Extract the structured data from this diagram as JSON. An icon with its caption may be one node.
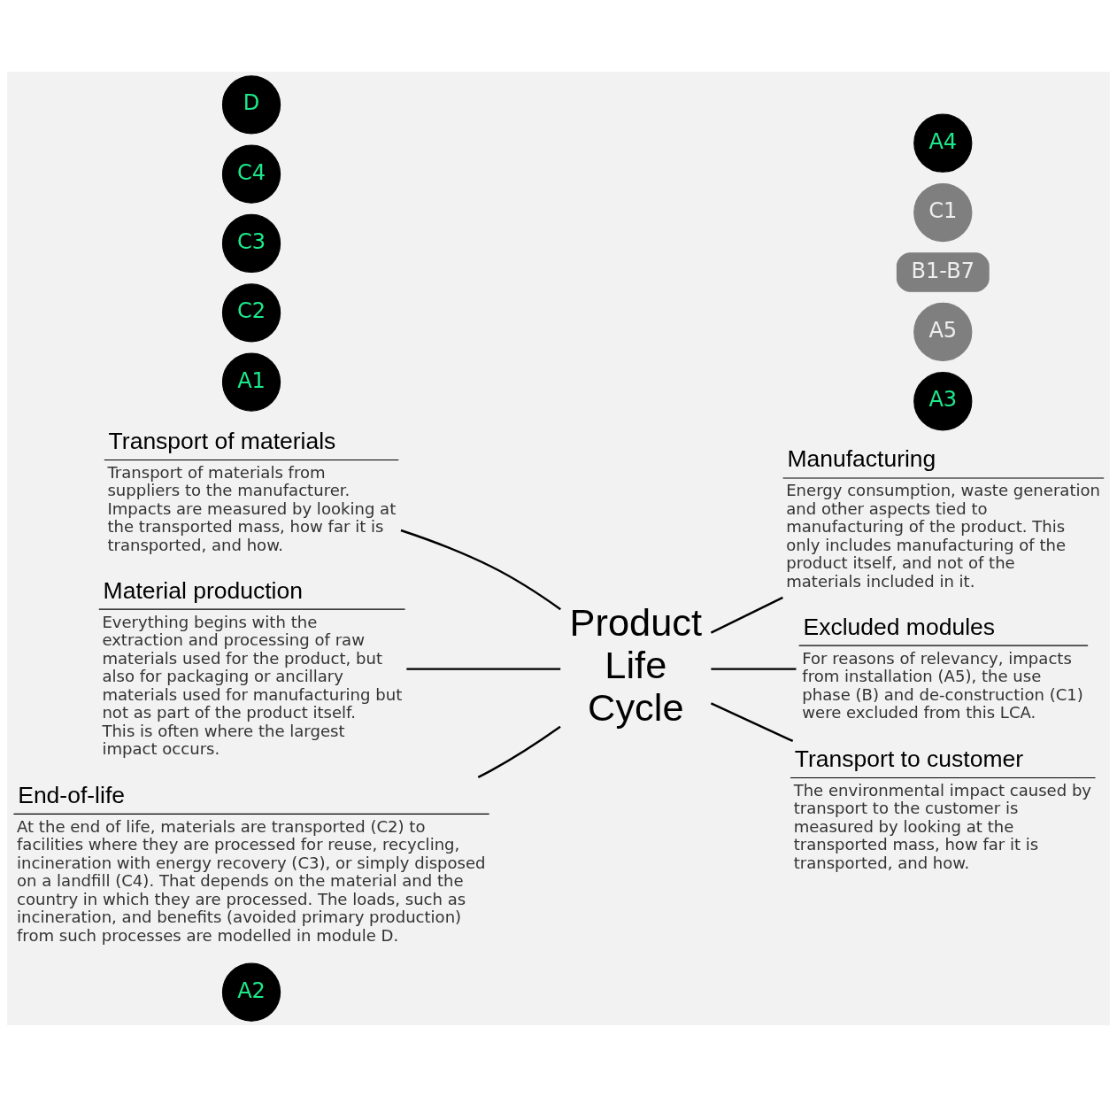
{
  "diagram": {
    "nodes": [
      {
        "text": [
          "Transport of materials",
          "Transport of materials from suppliers to the manufacturer. Impacts are measured by looking at the transported mass, how far it is transported, and how."
        ]
      },
      {
        "text": [
          "A2"
        ]
      },
      {
        "text": [
          "Manufacturing",
          "Energy consumption, waste generation and other aspects tied to manufacturing of the product. This only includes manufacturing of the product itself, and not of the materials included in it."
        ]
      },
      {
        "text": [
          "A3"
        ]
      },
      {
        "text": [
          "Material production",
          "Everything begins with the extraction and processing of raw materials used for the product, but also for packaging or ancillary materials used for manufacturing but not as part of the product itself. This is often where the largest impact occurs."
        ]
      },
      {
        "text": [
          "A1"
        ]
      },
      {
        "text": [
          "Excluded modules",
          "For reasons of relevancy, impacts from installation (A5), the use phase (B) and de-construction (C1) were excluded from this LCA."
        ]
      },
      {
        "text": [
          "A5"
        ]
      },
      {
        "text": [
          "B1-B7"
        ]
      },
      {
        "text": [
          "C1"
        ]
      },
      {
        "text": [
          "Product Life Cycle"
        ]
      },
      {
        "text": [
          "End-of-life",
          "At the end of life, materials are transported (C2) to facilities where they are processed for reuse, recycling, incineration with energy recovery (C3), or simply disposed on a landfill (C4). That depends on the material and the country in which they are processed. The loads, such as incineration, and benefits (avoided primary production) from such processes are modelled in module D."
        ]
      },
      {
        "text": [
          "C2"
        ]
      },
      {
        "text": [
          "C3"
        ]
      },
      {
        "text": [
          "C4"
        ]
      },
      {
        "text": [
          "D"
        ]
      },
      {
        "text": [
          "Transport to customer",
          "The environmental impact caused by transport to the customer is measured by looking at the transported mass, how far it is transported, and how."
        ]
      },
      {
        "text": [
          "A4"
        ]
      }
    ],
    "edges": [
      {
        "from": 0,
        "to": 10,
        "arrow": "none"
      },
      {
        "from": 10,
        "to": 2,
        "arrow": "none"
      },
      {
        "from": 4,
        "to": 10,
        "arrow": "none"
      },
      {
        "from": 10,
        "to": 6,
        "arrow": "none"
      },
      {
        "from": 11,
        "to": 10,
        "arrow": "none"
      },
      {
        "from": 10,
        "to": 16,
        "arrow": "none"
      }
    ]
  }
}
